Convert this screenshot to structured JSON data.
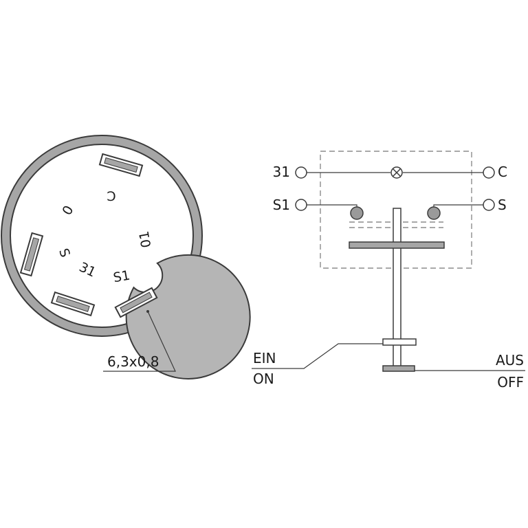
{
  "connector": {
    "face_labels": {
      "c": "C",
      "zero": "0",
      "s": "S",
      "thirtyone": "31",
      "s1": "S1",
      "zero_one": "01"
    },
    "dimension": "6,3x0,8"
  },
  "schematic": {
    "left_terminals": [
      "31",
      "S1"
    ],
    "right_terminals": [
      "C",
      "S"
    ],
    "on_label_de": "EIN",
    "on_label_en": "ON",
    "off_label_de": "AUS",
    "off_label_en": "OFF"
  },
  "colors": {
    "stroke": "#3a3a3a",
    "ring_fill": "#a6a6a6",
    "face_fill": "#b5b5b5",
    "contact_fill": "#9a9a9a",
    "dashed": "#8c8c8c"
  }
}
